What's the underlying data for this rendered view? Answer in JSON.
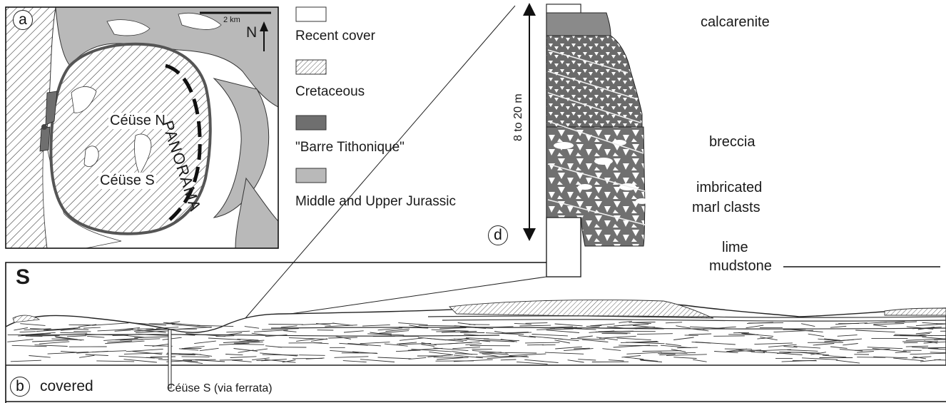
{
  "panel_a": {
    "label": "a",
    "scale_label": "2 km",
    "north_label": "N",
    "place_north": "Céüse N",
    "place_south": "Céüse S",
    "panorama_label": "PANORAMA"
  },
  "legend": {
    "items": [
      {
        "label": "Recent cover",
        "fill": "#ffffff"
      },
      {
        "label": "Cretaceous",
        "fill": "hatch"
      },
      {
        "label": "\"Barre Tithonique\"",
        "fill": "#6f6f6f"
      },
      {
        "label": "Middle and Upper Jurassic",
        "fill": "#b9b9b9"
      }
    ]
  },
  "panel_d": {
    "label": "d",
    "thickness_label": "8 to 20 m",
    "lithologies": {
      "calcarenite": "calcarenite",
      "breccia": "breccia",
      "imbricated_line1": "imbricated",
      "imbricated_line2": "marl clasts",
      "lime_line1": "lime",
      "lime_line2": "mudstone"
    }
  },
  "panel_b": {
    "label": "b",
    "direction": "S",
    "covered_label": "covered",
    "site_label": "Céüse S (via ferrata)"
  },
  "colors": {
    "light_grey": "#b9b9b9",
    "dark_grey": "#6f6f6f",
    "ink": "#1a1a1a"
  }
}
